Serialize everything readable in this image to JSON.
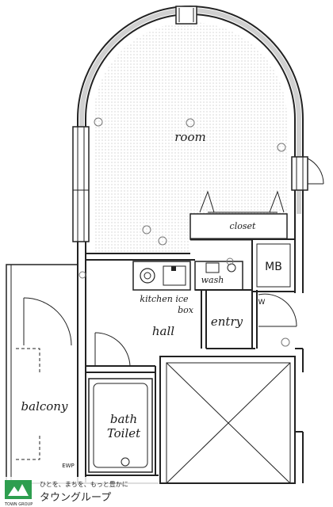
{
  "plan": {
    "labels": {
      "room": "room",
      "closet": "closet",
      "mb": "MB",
      "wash": "wash",
      "kitchen_line1": "kitchen ice",
      "kitchen_line2": "box",
      "hall": "hall",
      "entry": "entry",
      "balcony": "balcony",
      "bath_line1": "bath",
      "bath_line2": "Toilet",
      "w_mark": "W",
      "ewp_mark": "EWP"
    }
  },
  "branding": {
    "logo_sub": "TOWN GROUP",
    "slogan": "ひとを、まちを、もっと豊かに",
    "company": "タウングループ"
  },
  "colors": {
    "wall_fill": "#555555",
    "line": "#222222",
    "hatch": "#c8c8c8",
    "logo_green": "#2e9e4f"
  }
}
